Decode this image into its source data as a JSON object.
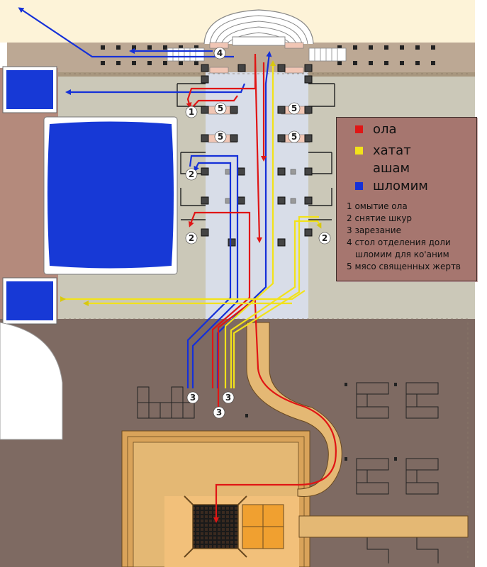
{
  "legend": {
    "items": [
      {
        "label": "ола",
        "color": "#e01515"
      },
      {
        "label": "хатат",
        "color": "#f2e21a"
      },
      {
        "label": "ашам",
        "color": "#f2e21a"
      },
      {
        "label": "шломим",
        "color": "#1530d8"
      }
    ],
    "notes": [
      "1 омытие ола",
      "2 снятие шкур",
      "3 зарезание",
      "4 стол отделения доли",
      "шломим для ко'аним",
      "5 мясо священных жертв"
    ]
  },
  "markers": {
    "m1": "1",
    "m2a": "2",
    "m2b": "2",
    "m2c": "2",
    "m3a": "3",
    "m3b": "3",
    "m3c": "3",
    "m4": "4",
    "m5a": "5",
    "m5b": "5",
    "m5c": "5",
    "m5d": "5"
  }
}
